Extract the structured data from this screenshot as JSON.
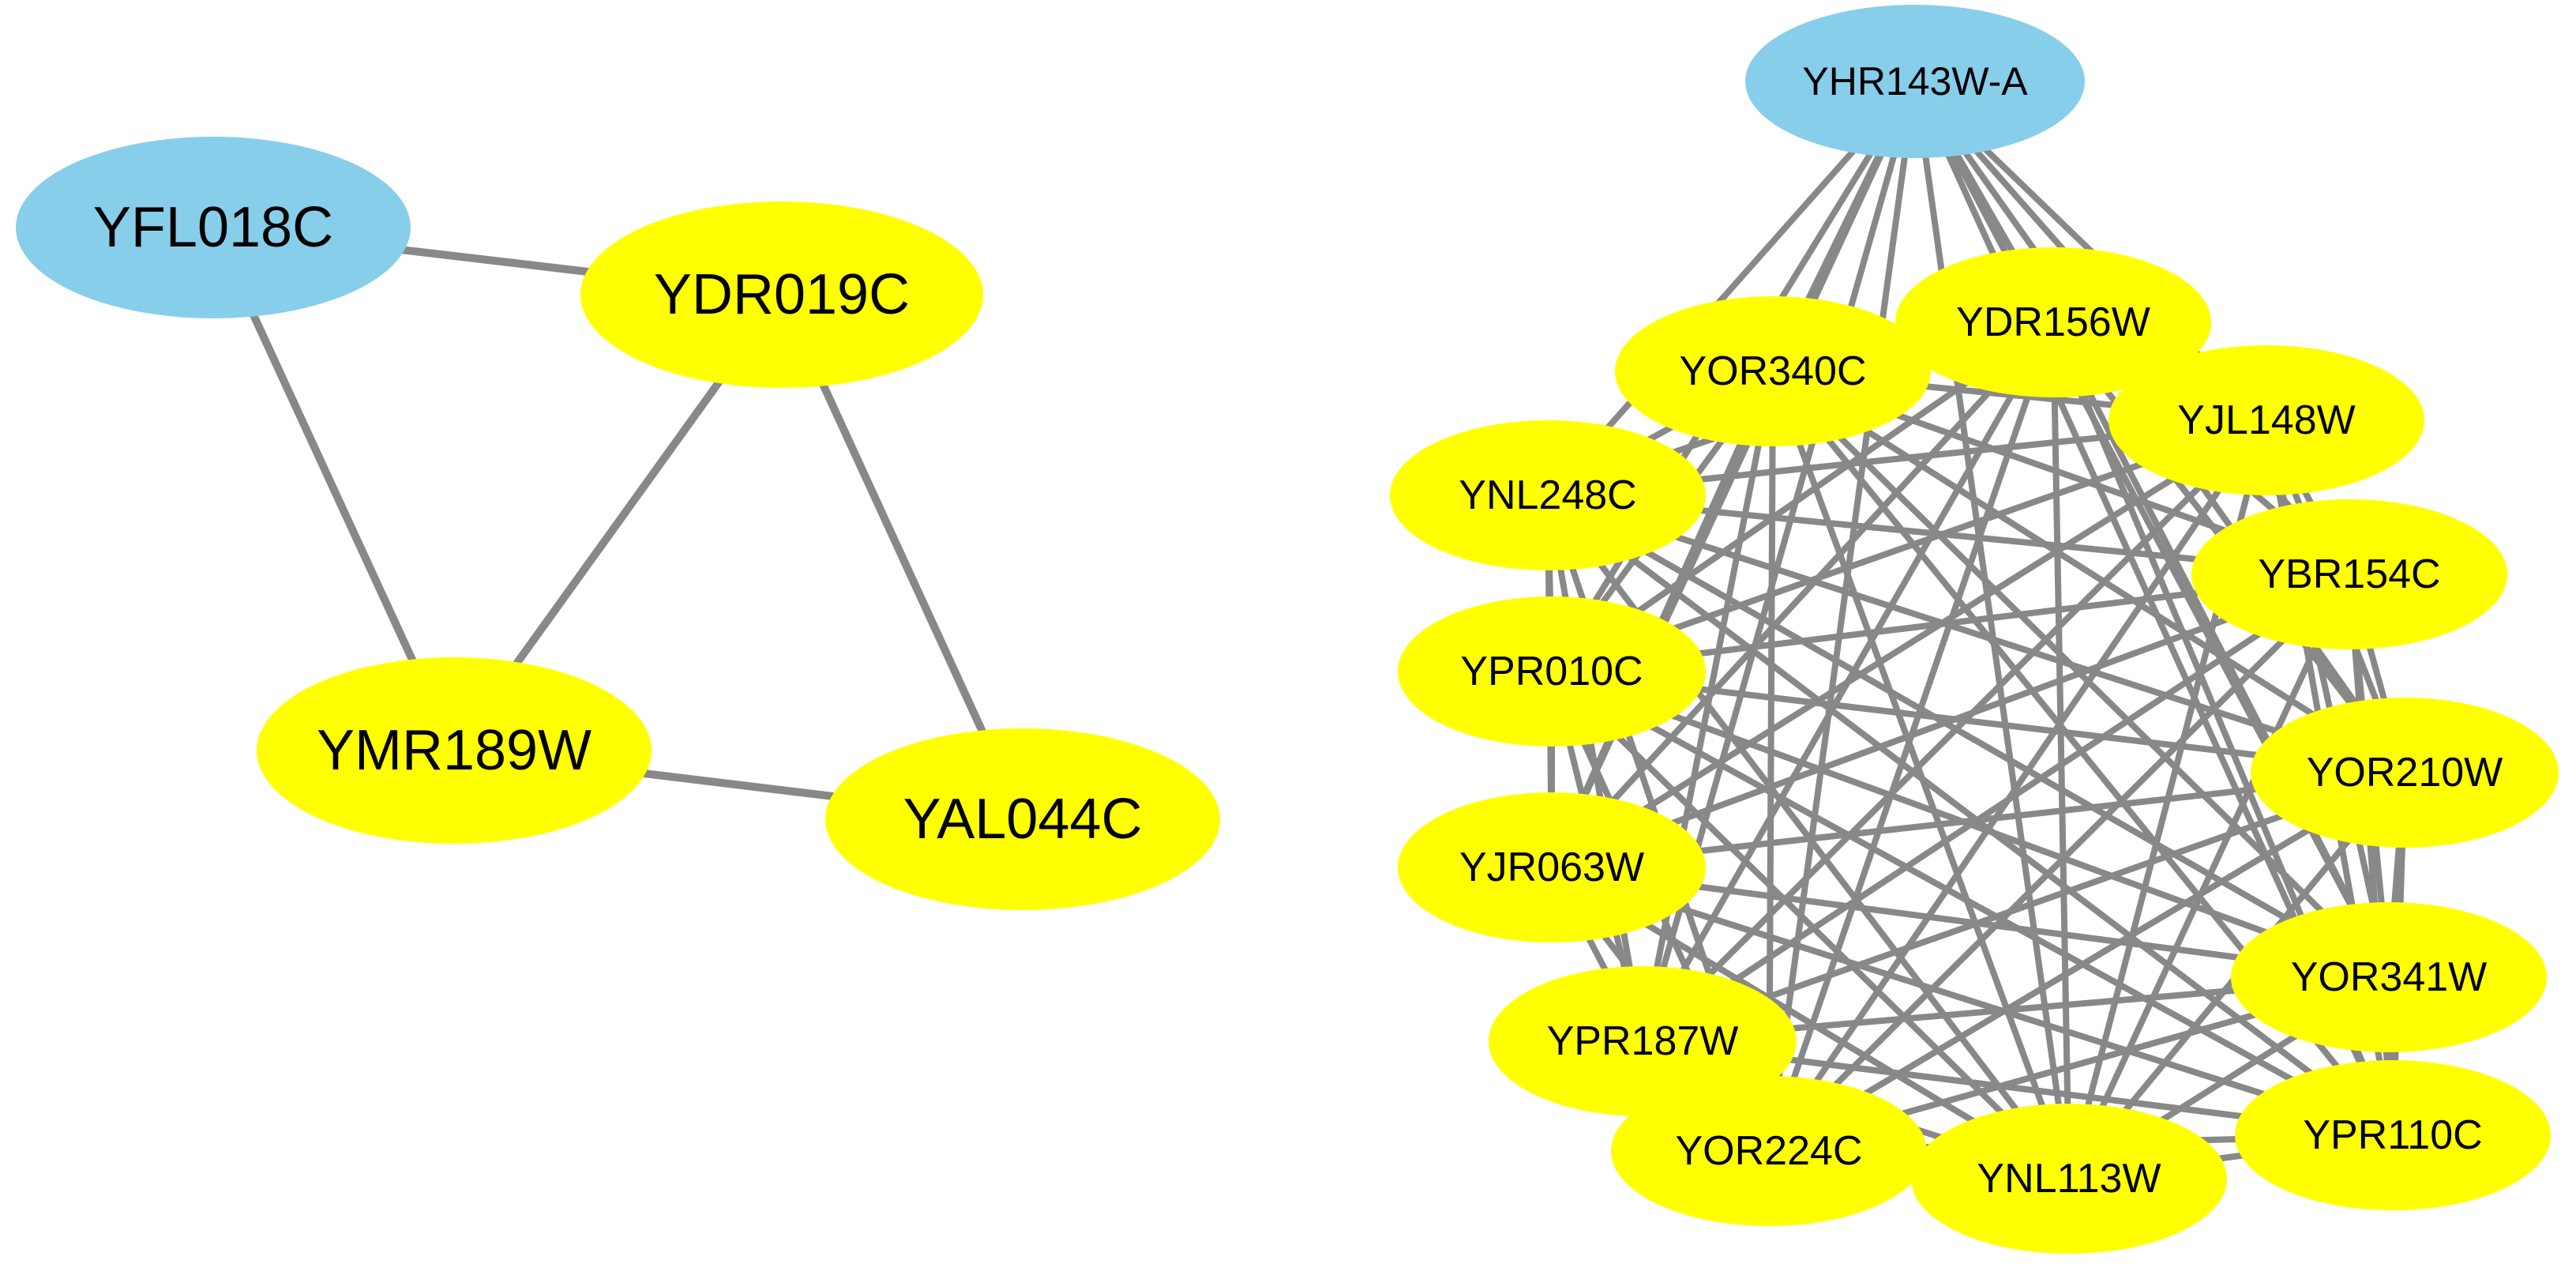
{
  "colors": {
    "hub": "#87ceeb",
    "node": "#ffff00",
    "edge": "#888888",
    "text": "#000000",
    "background": "#ffffff"
  },
  "networks": [
    {
      "id": "left",
      "nodes": [
        {
          "id": "YFL018C",
          "label": "YFL018C",
          "role": "hub"
        },
        {
          "id": "YDR019C",
          "label": "YDR019C",
          "role": "node"
        },
        {
          "id": "YMR189W",
          "label": "YMR189W",
          "role": "node"
        },
        {
          "id": "YAL044C",
          "label": "YAL044C",
          "role": "node"
        }
      ],
      "edges": [
        [
          "YFL018C",
          "YDR019C"
        ],
        [
          "YFL018C",
          "YMR189W"
        ],
        [
          "YDR019C",
          "YMR189W"
        ],
        [
          "YDR019C",
          "YAL044C"
        ],
        [
          "YMR189W",
          "YAL044C"
        ]
      ]
    },
    {
      "id": "right",
      "nodes": [
        {
          "id": "YHR143W-A",
          "label": "YHR143W-A",
          "role": "hub"
        },
        {
          "id": "YDR156W",
          "label": "YDR156W",
          "role": "node"
        },
        {
          "id": "YOR340C",
          "label": "YOR340C",
          "role": "node"
        },
        {
          "id": "YJL148W",
          "label": "YJL148W",
          "role": "node"
        },
        {
          "id": "YNL248C",
          "label": "YNL248C",
          "role": "node"
        },
        {
          "id": "YBR154C",
          "label": "YBR154C",
          "role": "node"
        },
        {
          "id": "YPR010C",
          "label": "YPR010C",
          "role": "node"
        },
        {
          "id": "YOR210W",
          "label": "YOR210W",
          "role": "node"
        },
        {
          "id": "YJR063W",
          "label": "YJR063W",
          "role": "node"
        },
        {
          "id": "YOR341W",
          "label": "YOR341W",
          "role": "node"
        },
        {
          "id": "YPR187W",
          "label": "YPR187W",
          "role": "node"
        },
        {
          "id": "YPR110C",
          "label": "YPR110C",
          "role": "node"
        },
        {
          "id": "YOR224C",
          "label": "YOR224C",
          "role": "node"
        },
        {
          "id": "YNL113W",
          "label": "YNL113W",
          "role": "node"
        }
      ],
      "edges": "complete"
    }
  ]
}
